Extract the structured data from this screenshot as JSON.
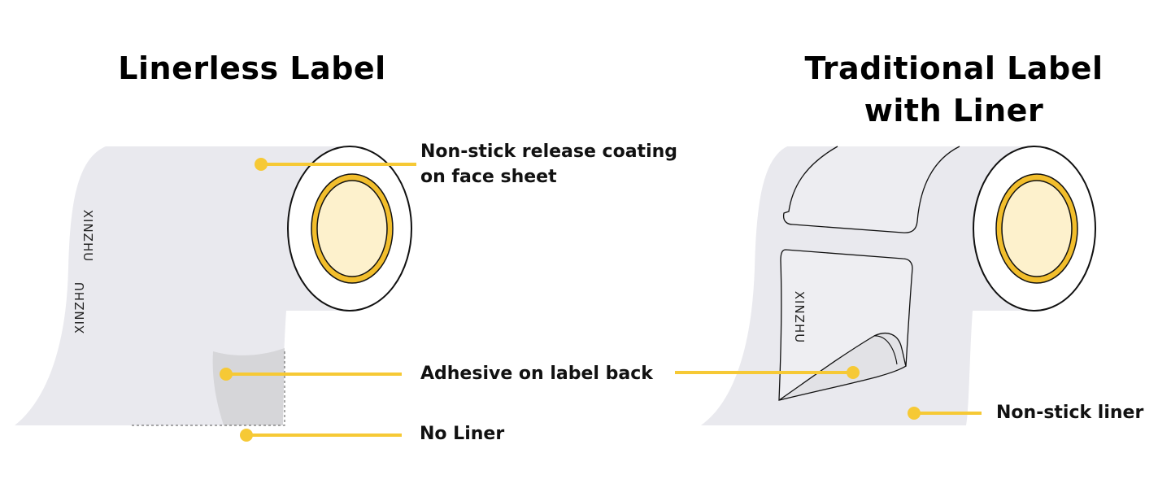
{
  "titles": {
    "linerless": "Linerless Label",
    "traditional_line1": "Traditional Label",
    "traditional_line2": "with Liner"
  },
  "callouts": {
    "coating_line1": "Non-stick release coating",
    "coating_line2": "on face sheet",
    "adhesive": "Adhesive on label back",
    "no_liner": "No Liner",
    "non_stick_liner": "Non-stick liner"
  },
  "brand_marks": {
    "left_upper": "XINZHU",
    "left_lower": "XINZHU",
    "right": "XINZHU"
  },
  "colors": {
    "leader": "#F6C935",
    "paper": "#E9E9EE",
    "paper_shadow": "#D9D9DC",
    "core_fill": "#FDF1CC",
    "core_ring": "#F2BE2C"
  }
}
